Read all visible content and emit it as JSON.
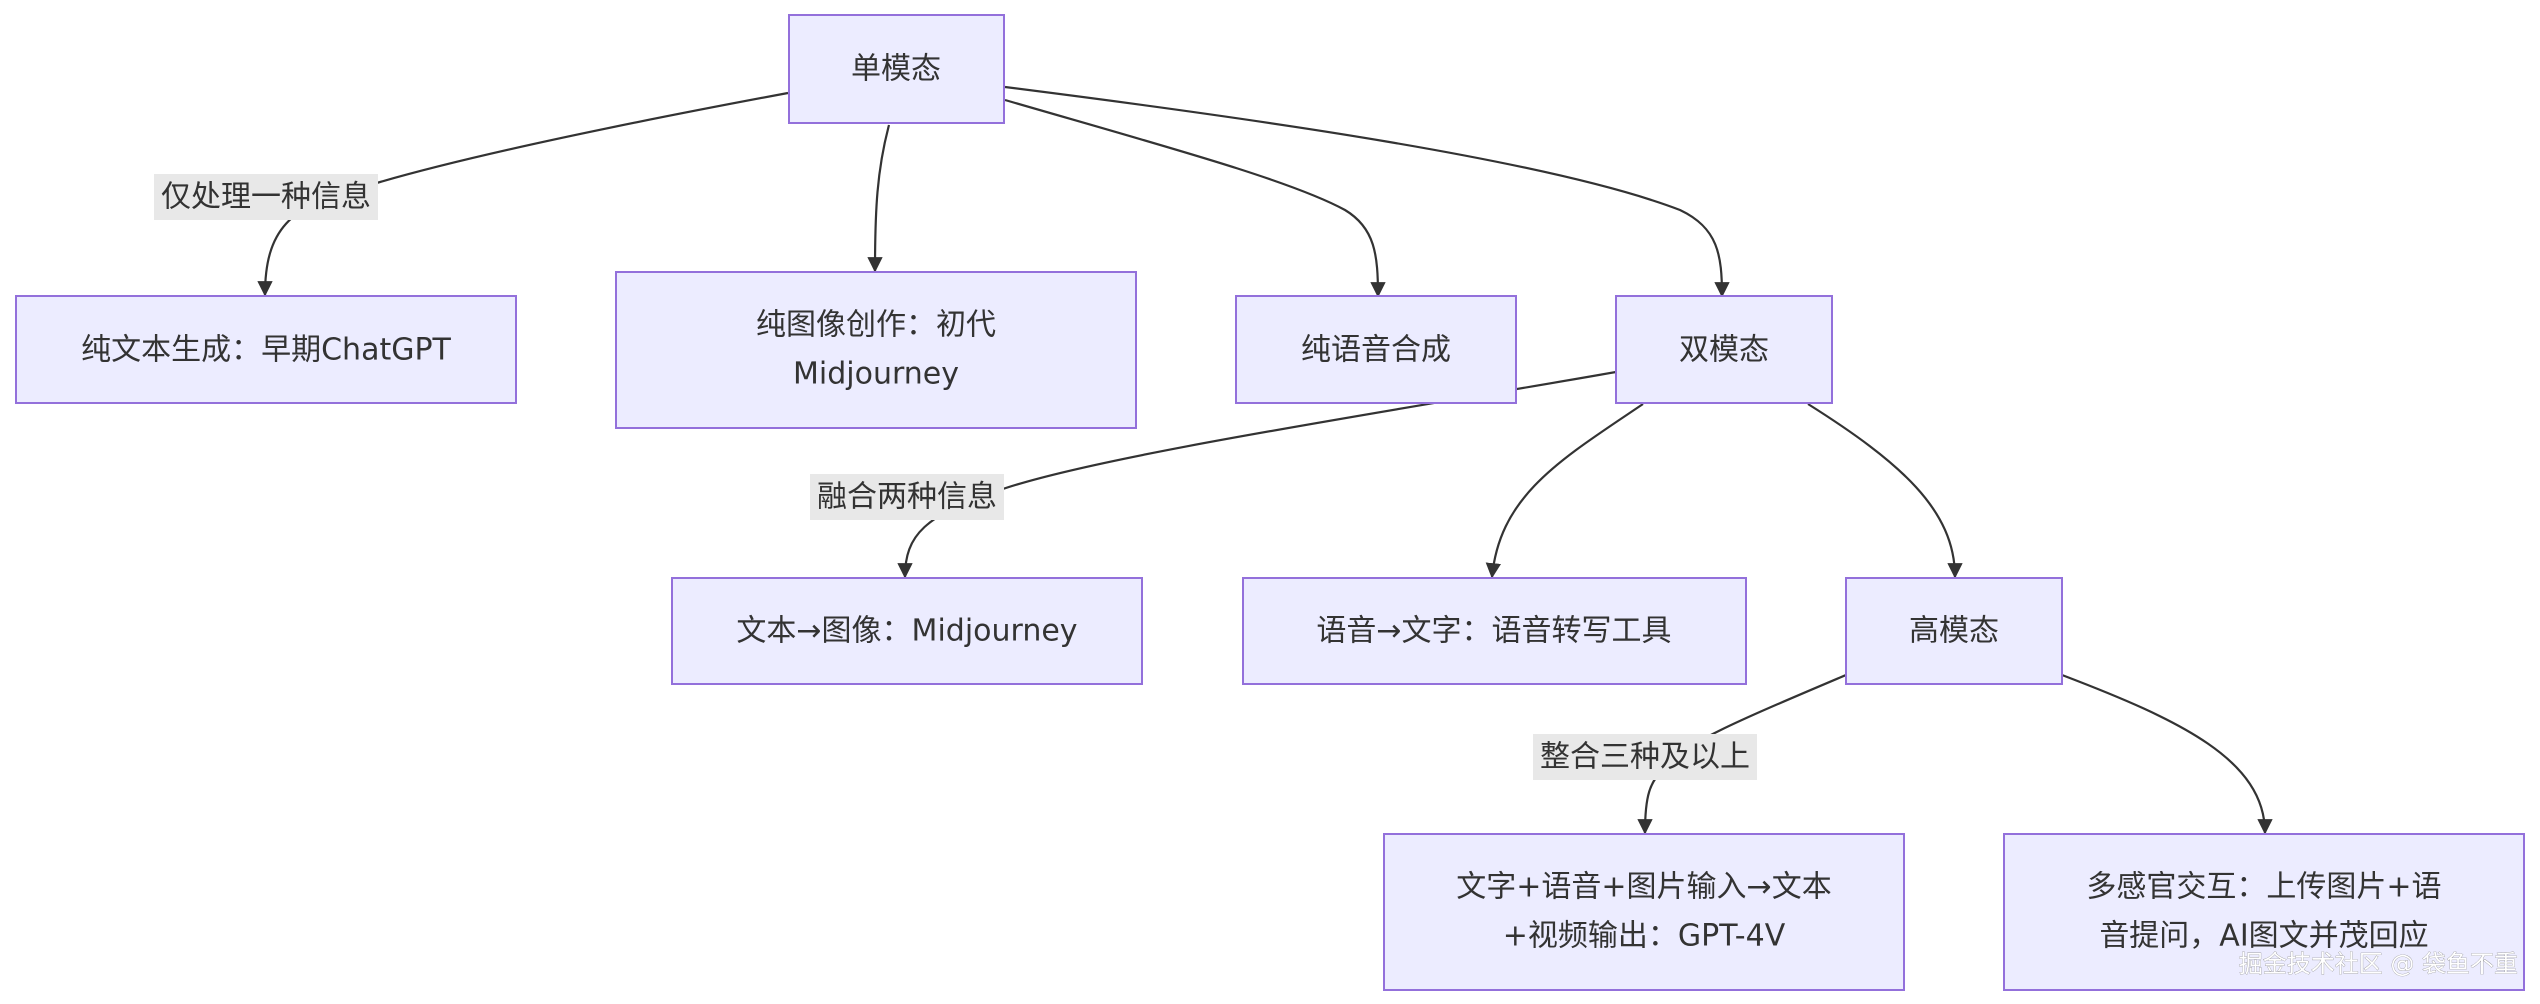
{
  "diagram": {
    "nodes": {
      "single_modal": "单模态",
      "pure_text": "纯文本生成：早期ChatGPT",
      "pure_image_l1": "纯图像创作：初代",
      "pure_image_l2": "Midjourney",
      "pure_voice": "纯语音合成",
      "dual_modal": "双模态",
      "text_to_image": "文本→图像：Midjourney",
      "voice_to_text": "语音→文字：语音转写工具",
      "high_modal": "高模态",
      "multi_input_l1": "文字+语音+图片输入→文本",
      "multi_input_l2": "+视频输出：GPT-4V",
      "multi_sense_l1": "多感官交互：上传图片+语",
      "multi_sense_l2": "音提问，AI图文并茂回应"
    },
    "edge_labels": {
      "one_type": "仅处理一种信息",
      "two_types": "融合两种信息",
      "three_plus": "整合三种及以上"
    }
  },
  "watermark": "掘金技术社区 @ 袋鱼不重",
  "colors": {
    "node_fill": "#ececff",
    "node_stroke": "#9370db",
    "edge_stroke": "#333333",
    "label_bg": "#e8e8e8",
    "text": "#333333"
  }
}
